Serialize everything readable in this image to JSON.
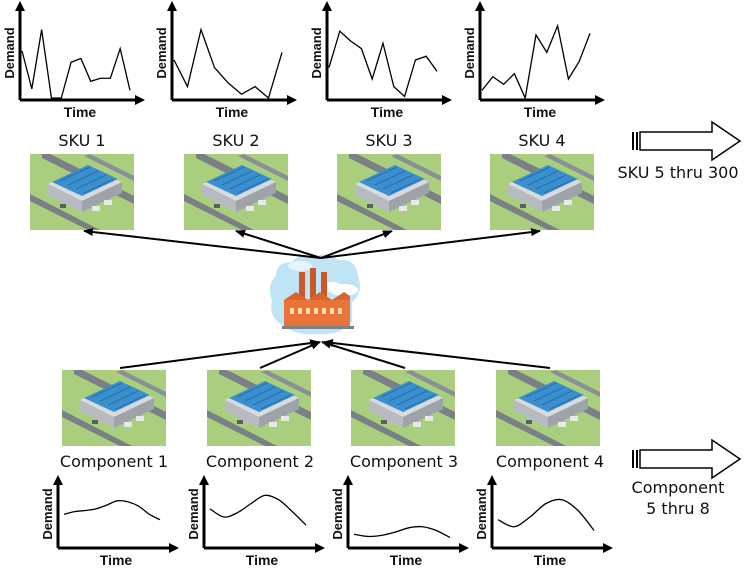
{
  "sku_charts": [
    {
      "xlabel": "Time",
      "ylabel": "Demand",
      "values": [
        0.62,
        0.12,
        0.9,
        0.0,
        0.0,
        0.47,
        0.52,
        0.22,
        0.26,
        0.26,
        0.65,
        0.1
      ]
    },
    {
      "xlabel": "Time",
      "ylabel": "Demand",
      "values": [
        0.5,
        0.15,
        0.9,
        0.4,
        0.2,
        0.05,
        0.15,
        0.0,
        0.6
      ]
    },
    {
      "xlabel": "Time",
      "ylabel": "Demand",
      "values": [
        0.4,
        0.88,
        0.75,
        0.65,
        0.25,
        0.72,
        0.15,
        0.02,
        0.5,
        0.55,
        0.35
      ]
    },
    {
      "xlabel": "Time",
      "ylabel": "Demand",
      "values": [
        0.1,
        0.28,
        0.18,
        0.32,
        0.0,
        0.83,
        0.6,
        0.95,
        0.25,
        0.48,
        0.85
      ]
    }
  ],
  "component_charts": [
    {
      "xlabel": "Time",
      "ylabel": "Demand",
      "values": [
        0.55,
        0.6,
        0.62,
        0.65,
        0.72,
        0.8,
        0.78,
        0.7,
        0.55,
        0.45
      ]
    },
    {
      "xlabel": "Time",
      "ylabel": "Demand",
      "values": [
        0.65,
        0.5,
        0.58,
        0.75,
        0.9,
        0.82,
        0.6,
        0.35
      ]
    },
    {
      "xlabel": "Time",
      "ylabel": "Demand",
      "values": [
        0.18,
        0.14,
        0.16,
        0.22,
        0.3,
        0.32,
        0.25,
        0.12
      ]
    },
    {
      "xlabel": "Time",
      "ylabel": "Demand",
      "values": [
        0.45,
        0.32,
        0.5,
        0.75,
        0.82,
        0.62,
        0.25
      ]
    }
  ],
  "skus": [
    {
      "label": "SKU 1"
    },
    {
      "label": "SKU 2"
    },
    {
      "label": "SKU 3"
    },
    {
      "label": "SKU 4"
    }
  ],
  "components": [
    {
      "label": "Component 1"
    },
    {
      "label": "Component 2"
    },
    {
      "label": "Component 3"
    },
    {
      "label": "Component 4"
    }
  ],
  "more_skus": {
    "label": "SKU 5 thru 300"
  },
  "more_components": {
    "line1": "Component",
    "line2": "5 thru 8"
  },
  "colors": {
    "warehouse_bg": "#a9cf7e",
    "roof": "#3a8fcf",
    "factory": "#e8743a",
    "sky": "#bfe4f5",
    "arrow": "#000000"
  }
}
